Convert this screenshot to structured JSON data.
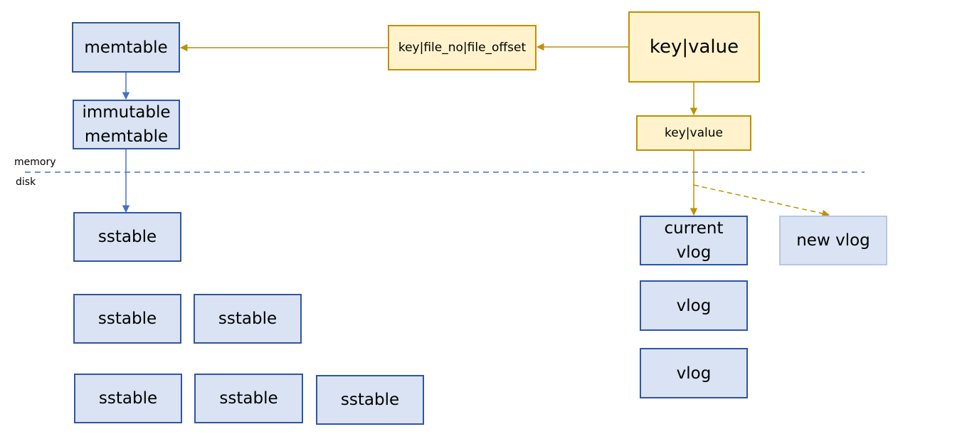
{
  "labels": {
    "memory": "memory",
    "disk": "disk"
  },
  "memtable": "memtable",
  "immutable_memtable": [
    "immutable",
    "memtable"
  ],
  "sstable": "sstable",
  "index_record": "key|file_no|file_offset",
  "input_record": "key|value",
  "write_record": "key|value",
  "current_vlog": [
    "current",
    "vlog"
  ],
  "vlog": "vlog",
  "new_vlog": "new vlog",
  "colors": {
    "blue_fill": "#dae3f3",
    "blue_border": "#2f55a4",
    "faint_border": "#b4c7e7",
    "gold_fill": "#fff2cc",
    "gold_border": "#bf9000",
    "blue_arrow": "#4472c4",
    "gold_arrow": "#bf9000"
  }
}
